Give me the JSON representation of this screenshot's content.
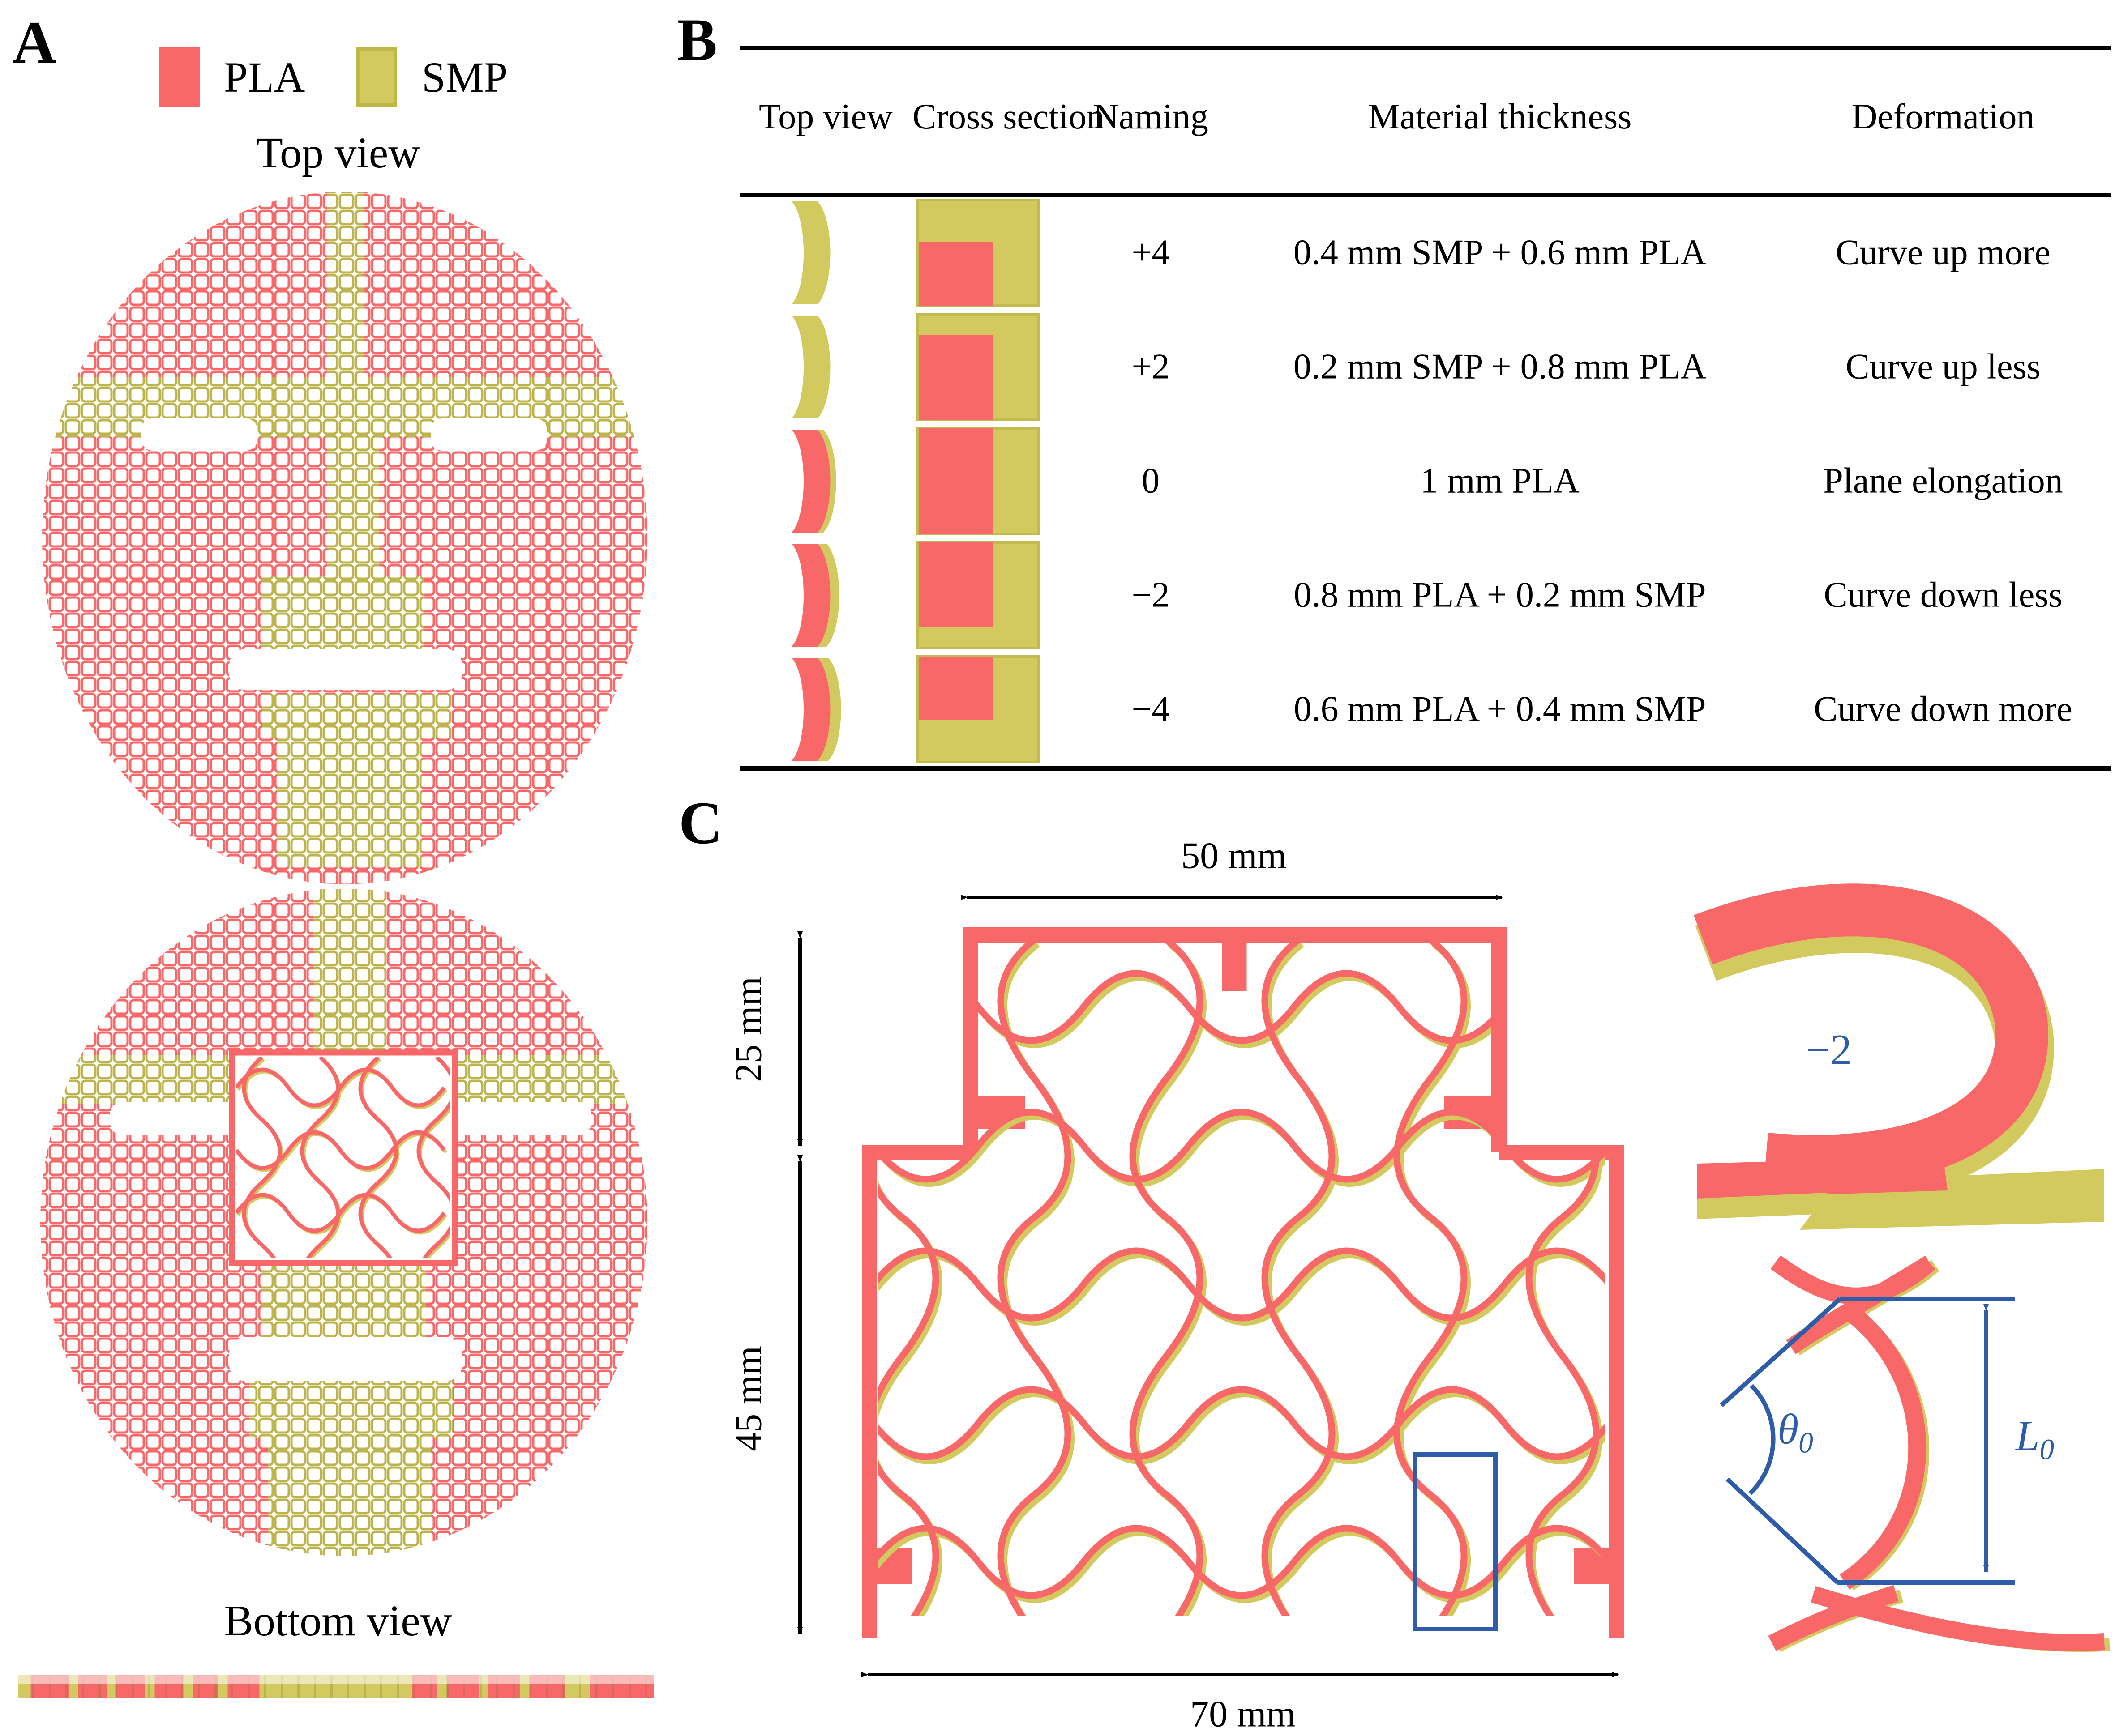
{
  "colors": {
    "pla": "#f86868",
    "smp": "#d2c95f",
    "smp-dark": "#bdb44e",
    "blue": "#2e5ca8",
    "text": "#000000"
  },
  "panel_a": {
    "label": "A",
    "legend": [
      {
        "label": "PLA",
        "material": "pla"
      },
      {
        "label": "SMP",
        "material": "smp"
      }
    ],
    "top_view_label": "Top view",
    "bottom_view_label": "Bottom view"
  },
  "panel_b": {
    "label": "B",
    "columns": [
      "Top view",
      "Cross section",
      "Naming",
      "Material thickness",
      "Deformation"
    ],
    "rows": [
      {
        "naming": "+4",
        "material_thickness": "0.4 mm SMP + 0.6 mm PLA",
        "deformation": "Curve up more"
      },
      {
        "naming": "+2",
        "material_thickness": "0.2 mm SMP + 0.8 mm PLA",
        "deformation": "Curve up less"
      },
      {
        "naming": "0",
        "material_thickness": "1 mm PLA",
        "deformation": "Plane elongation"
      },
      {
        "naming": "−2",
        "material_thickness": "0.8 mm PLA + 0.2 mm SMP",
        "deformation": "Curve down less"
      },
      {
        "naming": "−4",
        "material_thickness": "0.6 mm PLA + 0.4 mm SMP",
        "deformation": "Curve down more"
      }
    ]
  },
  "panel_c": {
    "label": "C",
    "dimensions": {
      "top_width": "50 mm",
      "upper_height": "25 mm",
      "lower_height": "45 mm",
      "bottom_width": "70 mm"
    },
    "annotations": {
      "bilayer_label": "−2",
      "theta_symbol": "θ",
      "theta_sub": "0",
      "length_symbol": "L",
      "length_sub": "0"
    }
  }
}
